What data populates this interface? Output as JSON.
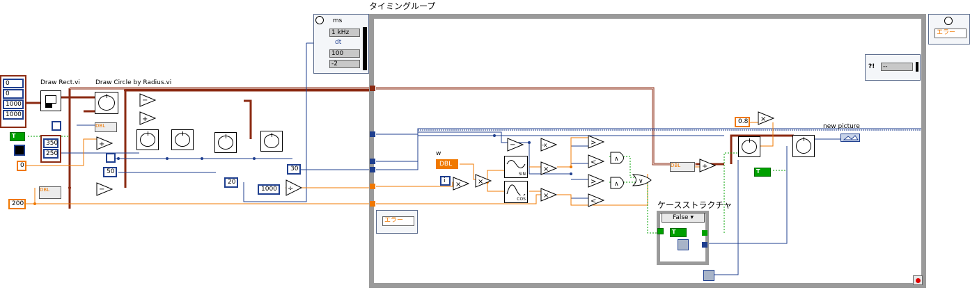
{
  "cluster_values": [
    "0",
    "0",
    "1000",
    "1000"
  ],
  "size_values": [
    "350",
    "250"
  ],
  "constants": {
    "zero": "0",
    "two_hundred": "200",
    "fifty": "50",
    "thirty": "30",
    "twenty": "20",
    "thousand": "1000",
    "zero_point_eight": "0.8"
  },
  "labels": {
    "draw_rect": "Draw Rect.vi",
    "draw_circle": "Draw Circle by Radius.vi",
    "timed_loop": "タイミングループ",
    "case_structure": "ケースストラクチャ",
    "new_picture": "new picture",
    "w": "w",
    "i": "i"
  },
  "timed_loop_node": {
    "unit": "ms",
    "clock": "1 kHz",
    "dt": "dt",
    "offset": "100",
    "priority": "-2"
  },
  "error_label": "エラー",
  "bool_true": "T",
  "dbl": "DBL",
  "case_selector": "False",
  "right_node_value": "--",
  "functions": {
    "sin": "SIN",
    "cos": "COS"
  },
  "colors": {
    "wire_cluster": "#8b2a12",
    "wire_int": "#1f3f8f",
    "wire_double": "#f07800",
    "wire_bool": "#00a000",
    "loop_frame": "#9a9a9a"
  }
}
